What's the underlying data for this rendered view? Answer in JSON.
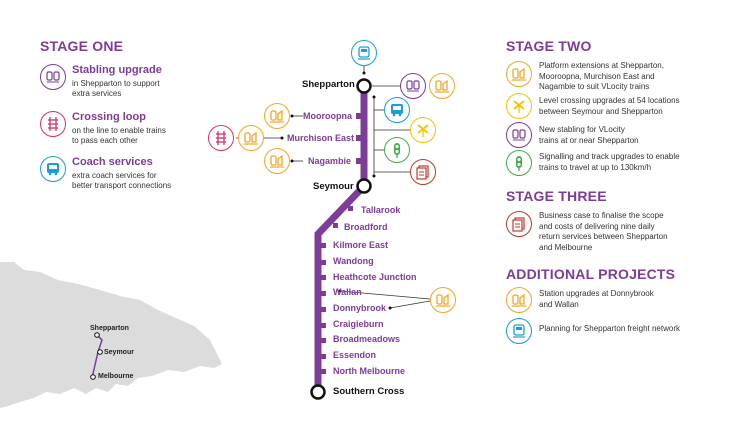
{
  "colors": {
    "purple": "#7d3c98",
    "orange": "#f5a623",
    "pink": "#d6336c",
    "blue": "#1a9fd6",
    "yellow": "#f2c400",
    "green": "#3fae49",
    "red": "#c0392b",
    "map_grey": "#dcdcdc"
  },
  "stage_one": {
    "heading": "STAGE ONE",
    "items": [
      {
        "icon": "train-icon",
        "title": "Stabling upgrade",
        "desc_1": "in Shepparton to support",
        "desc_2": "extra services"
      },
      {
        "icon": "track-icon",
        "title": "Crossing loop",
        "desc_1": "on the line to enable trains",
        "desc_2": "to pass each other"
      },
      {
        "icon": "bus-icon",
        "title": "Coach services",
        "desc_1": "extra coach services for",
        "desc_2": "better transport connections"
      }
    ]
  },
  "stage_two": {
    "heading": "STAGE TWO",
    "items": [
      {
        "icon": "platform-icon",
        "lines": [
          "Platform extensions at Shepparton,",
          "Mooroopna, Murchison East and",
          "Nagambie to suit VLocity trains"
        ]
      },
      {
        "icon": "level-crossing-icon",
        "lines": [
          "Level crossing upgrades at 54 locations",
          "between Seymour and Shepparton"
        ]
      },
      {
        "icon": "train-icon",
        "lines": [
          "New stabling for VLocity",
          "trains at or near Shepparton"
        ]
      },
      {
        "icon": "signal-icon",
        "lines": [
          "Signalling and track upgrades to enable",
          "trains to travel at up to 130km/h"
        ]
      }
    ]
  },
  "stage_three": {
    "heading": "STAGE THREE",
    "items": [
      {
        "icon": "document-icon",
        "lines": [
          "Business case to finalise the scope",
          "and costs of delivering nine daily",
          "return services between Shepparton",
          "and Melbourne"
        ]
      }
    ]
  },
  "additional": {
    "heading": "ADDITIONAL PROJECTS",
    "items": [
      {
        "icon": "platform-icon",
        "lines": [
          "Station upgrades at Donnybrook",
          "and Wallan"
        ]
      },
      {
        "icon": "freight-train-icon",
        "lines": [
          "Planning for Shepparton freight network"
        ]
      }
    ]
  },
  "line": {
    "terminus_top": "Shepparton",
    "branch_stations": [
      "Mooroopna",
      "Murchison East",
      "Nagambie"
    ],
    "junction": "Seymour",
    "lower_stations": [
      "Tallarook",
      "Broadford",
      "Kilmore East",
      "Wandong",
      "Heathcote Junction",
      "Wallan",
      "Donnybrook",
      "Craigieburn",
      "Broadmeadows",
      "Essendon",
      "North Melbourne"
    ],
    "terminus_bottom": "Southern Cross"
  },
  "map": {
    "labels": [
      "Shepparton",
      "Seymour",
      "Melbourne"
    ]
  }
}
